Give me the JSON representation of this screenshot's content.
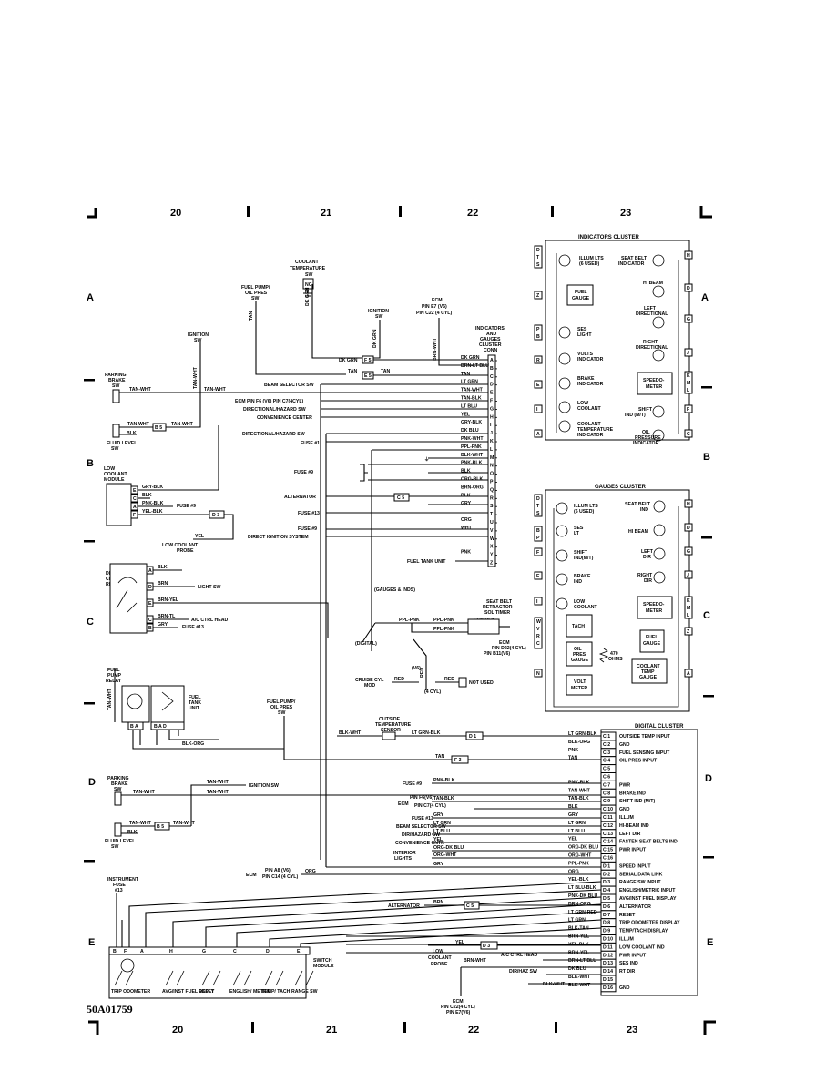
{
  "zones": [
    "20",
    "21",
    "22",
    "23"
  ],
  "rows": [
    "A",
    "B",
    "C",
    "D",
    "E"
  ],
  "figure_id": "50A01759",
  "coolant_temp_sw": [
    "COOLANT",
    "TEMPERATURE",
    "SW"
  ],
  "fuel_pump_oil_pres_sw": [
    "FUEL PUMP/",
    "OIL PRES",
    "SW"
  ],
  "ignition_sw": [
    "IGNITION",
    "SW"
  ],
  "ecm_pin_e7": [
    "ECM",
    "PIN E7 (V6)",
    "PIN C22 (4 CYL)"
  ],
  "ignition_sw_label": [
    "IGNITION",
    "SW"
  ],
  "indicators_conn": [
    "INDICATORS",
    "AND",
    "GAUGES",
    "CLUSTER",
    "CONN"
  ],
  "parking_brake_sw": [
    "PARKING",
    "BRAKE",
    "SW"
  ],
  "fluid_level_sw": [
    "FLUID LEVEL",
    "SW"
  ],
  "low_coolant_module": [
    "LOW",
    "COOLANT",
    "MODULE"
  ],
  "digital_cluster_relay": [
    "DIGITAL",
    "CLUSTER",
    "RELAY"
  ],
  "fuel_pump_relay": [
    "FUEL",
    "PUMP",
    "RELAY"
  ],
  "fuel_tank_unit": [
    "FUEL",
    "TANK",
    "UNIT"
  ],
  "instrument_fuse": [
    "INSTRUMENT",
    "FUSE",
    "#13"
  ],
  "switch_module": [
    "SWITCH",
    "MODULE"
  ],
  "low_coolant_probe": [
    "LOW COOLANT",
    "PROBE"
  ],
  "seat_belt_timer": [
    "SEAT BELT",
    "RETRACTOR",
    "SOL TIMER"
  ],
  "ecm_pin_d22": [
    "ECM",
    "PIN D22(4 CYL)",
    "PIN B11(V6)"
  ],
  "cruise_cyl_mod": [
    "CRUISE CYL",
    "MOD"
  ],
  "outside_temp_sensor": [
    "OUTSIDE",
    "TEMPERATURE",
    "SENSOR"
  ],
  "ecm_d12": [
    "ECM",
    "PIN C22(4 CYL)",
    "PIN E7(V6)"
  ],
  "conn_rows": [
    {
      "pin": "A",
      "left": "DK GRN",
      "right": "DK GRN"
    },
    {
      "pin": "B",
      "left": "",
      "right": "BRN-LT BLU"
    },
    {
      "pin": "C",
      "left": "TAN",
      "right": "TAN"
    },
    {
      "pin": "D",
      "left": "BEAM SELECTOR SW",
      "right": "LT GRN"
    },
    {
      "pin": "E",
      "left": "",
      "right": "TAN-WHT"
    },
    {
      "pin": "F",
      "left": "ECM PIN F6 (V6) PIN C7(4CYL)",
      "right": "TAN-BLK"
    },
    {
      "pin": "G",
      "left": "DIRECTIONAL/HAZARD SW",
      "right": "LT BLU"
    },
    {
      "pin": "H",
      "left": "CONVENIENCE CENTER",
      "right": "YEL"
    },
    {
      "pin": "I",
      "left": "",
      "right": "GRY-BLK"
    },
    {
      "pin": "J",
      "left": "DIRECTIONAL/HAZARD SW",
      "right": "DK BLU"
    },
    {
      "pin": "K",
      "left": "FUSE #1",
      "right": "PNK-WHT"
    },
    {
      "pin": "L",
      "left": "",
      "right": "PPL-PNK"
    },
    {
      "pin": "M",
      "left": "",
      "right": "BLK-WHT"
    },
    {
      "pin": "N",
      "left": "",
      "right": "PNK-BLK"
    },
    {
      "pin": "O",
      "left": "FUSE #9",
      "right": "BLK"
    },
    {
      "pin": "P",
      "left": "",
      "right": "ORG-BLK"
    },
    {
      "pin": "Q",
      "left": "ALTERNATOR",
      "right": "BRN-ORG"
    },
    {
      "pin": "R",
      "left": "",
      "right": "BLK"
    },
    {
      "pin": "S",
      "left": "FUSE #13",
      "right": "GRY"
    },
    {
      "pin": "T",
      "left": "",
      "right": ""
    },
    {
      "pin": "U",
      "left": "FUSE #9",
      "right": "ORG"
    },
    {
      "pin": "V",
      "left": "DIRECT IGNITION SYSTEM",
      "right": "WHT"
    },
    {
      "pin": "W",
      "left": "",
      "right": ""
    },
    {
      "pin": "X",
      "left": "",
      "right": ""
    },
    {
      "pin": "Y",
      "left": "FUEL TANK UNIT",
      "right": "PNK"
    },
    {
      "pin": "Z",
      "left": "",
      "right": ""
    }
  ],
  "indicators_cluster": {
    "title": "INDICATORS CLUSTER",
    "items": [
      "ILLUM LTS (6 USED)",
      "SEAT BELT INDICATOR",
      "FUEL GAUGE",
      "HI BEAM",
      "LEFT DIRECTIONAL",
      "SES LIGHT",
      "RIGHT DIRECTIONAL",
      "VOLTS INDICATOR",
      "BRAKE INDICATOR",
      "SPEEDO-METER",
      "LOW COOLANT",
      "SHIFT IND (M/T)",
      "COOLANT TEMPERATURE INDICATOR",
      "OIL PRESSURE INDICATOR"
    ]
  },
  "gauges_cluster": {
    "title": "GAUGES CLUSTER",
    "items": [
      "ILLUM LTS (6 USED)",
      "SEAT BELT IND",
      "SES LT",
      "HI BEAM",
      "SHIFT IND(M/T)",
      "LEFT DIR",
      "BRAKE IND",
      "RIGHT DIR",
      "LOW COOLANT",
      "SPEEDO-METER",
      "TACH",
      "FUEL GAUGE",
      "OIL PRES GAUGE",
      "470 OHMS",
      "COOLANT TEMP GAUGE",
      "VOLT METER"
    ]
  },
  "digital_cluster": {
    "title": "DIGITAL CLUSTER",
    "rows": [
      {
        "pin": "C 1",
        "wire": "LT GRN-BLK",
        "func": "OUTSIDE TEMP INPUT"
      },
      {
        "pin": "C 2",
        "wire": "BLK-ORG",
        "func": "GND"
      },
      {
        "pin": "C 3",
        "wire": "PNK",
        "func": "FUEL SENSING INPUT"
      },
      {
        "pin": "C 4",
        "wire": "TAN",
        "func": "OIL PRES INPUT"
      },
      {
        "pin": "C 5",
        "wire": "",
        "func": ""
      },
      {
        "pin": "C 6",
        "wire": "",
        "func": ""
      },
      {
        "pin": "C 7",
        "wire": "PNK-BLK",
        "func": "PWR"
      },
      {
        "pin": "C 8",
        "wire": "TAN-WHT",
        "func": "BRAKE IND"
      },
      {
        "pin": "C 9",
        "wire": "TAN-BLK",
        "func": "SHIFT IND (M/T)"
      },
      {
        "pin": "C 10",
        "wire": "BLK",
        "func": "GND"
      },
      {
        "pin": "C 11",
        "wire": "GRY",
        "func": "ILLUM"
      },
      {
        "pin": "C 12",
        "wire": "LT GRN",
        "func": "HI-BEAM IND"
      },
      {
        "pin": "C 13",
        "wire": "LT BLU",
        "func": "LEFT DIR"
      },
      {
        "pin": "C 14",
        "wire": "YEL",
        "func": "FASTEN SEAT BELTS IND"
      },
      {
        "pin": "C 15",
        "wire": "ORG-DK BLU",
        "func": "PWR INPUT"
      },
      {
        "pin": "C 16",
        "wire": "ORG-WHT",
        "func": ""
      },
      {
        "pin": "D 1",
        "wire": "PPL-PNK",
        "func": "SPEED INPUT"
      },
      {
        "pin": "D 2",
        "wire": "ORG",
        "func": "SERIAL DATA LINK"
      },
      {
        "pin": "D 3",
        "wire": "YEL-BLK",
        "func": "RANGE SW INPUT"
      },
      {
        "pin": "D 4",
        "wire": "LT BLU-BLK",
        "func": "ENGLISH/METRIC INPUT"
      },
      {
        "pin": "D 5",
        "wire": "PNK-DK BLU",
        "func": "AVG/INST FUEL DISPLAY"
      },
      {
        "pin": "D 6",
        "wire": "BRN-ORG",
        "func": "ALTERNATOR"
      },
      {
        "pin": "D 7",
        "wire": "LT GRN-RED",
        "func": "RESET"
      },
      {
        "pin": "D 8",
        "wire": "LT GRN",
        "func": "TRIP ODOMETER DISPLAY"
      },
      {
        "pin": "D 9",
        "wire": "BLK-TAN",
        "func": "TEMP/TACH DISPLAY"
      },
      {
        "pin": "D 10",
        "wire": "BRN-YEL",
        "func": "ILLUM"
      },
      {
        "pin": "D 11",
        "wire": "YEL-BLK",
        "func": "LOW COOLANT IND"
      },
      {
        "pin": "D 12",
        "wire": "BRN-YEL",
        "func": "PWR INPUT"
      },
      {
        "pin": "D 13",
        "wire": "BRN-LT BLU",
        "func": "SES IND"
      },
      {
        "pin": "D 14",
        "wire": "DK BLU",
        "func": "RT DIR"
      },
      {
        "pin": "D 15",
        "wire": "BLK-WHT",
        "func": ""
      },
      {
        "pin": "D 16",
        "wire": "BLK-WHT",
        "func": "GND"
      }
    ]
  },
  "switch_module_buttons": [
    "TRIP ODOMETER",
    "AVG/INST FUEL DSPLY",
    "RESET",
    "ENGLISH/ METRIC",
    "TEMP/ TACH",
    "RANGE SW"
  ],
  "switch_module_pins": [
    "B",
    "F",
    "A",
    "H",
    "G",
    "C",
    "D",
    "E"
  ],
  "misc": {
    "light_sw": "LIGHT SW",
    "ac_ctrl_head": "A/C CTRL HEAD",
    "fuse13": "FUSE #13",
    "fuse9": "FUSE #9",
    "gauges_inds": "(GAUGES & INDS)",
    "digital": "(DIGITAL)",
    "v6": "(V6)",
    "cyl4": "(4 CYL)",
    "not_used": "NOT USED",
    "ignition_sw_d": "IGNITION SW",
    "pwr_input": "PWR INPUT",
    "alternator": "ALTERNATOR",
    "ecm_pin_a8": "ECM",
    "pin_a8": [
      "PIN A8 (V6)",
      "PIN C14 (4 CYL)"
    ],
    "ohms": "470 OHMS"
  }
}
